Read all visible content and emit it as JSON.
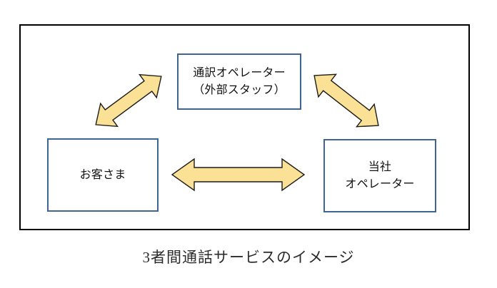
{
  "diagram": {
    "title": "3者間通話サービスのイメージ",
    "frame": {
      "border_color": "#000000"
    },
    "colors": {
      "box_border": "#3f6690",
      "box_fill": "#ffffff",
      "arrow_fill": "#fbe196",
      "arrow_outline": "#1c1c18",
      "caption_text": "#2b2b2b",
      "background": "#ffffff"
    },
    "nodes": [
      {
        "id": "interpreter",
        "label": "通訳オペレーター\n（外部スタッフ）",
        "position": "top-center"
      },
      {
        "id": "customer",
        "label": "お客さま",
        "position": "bottom-left"
      },
      {
        "id": "company",
        "label": "当社\nオペレーター",
        "position": "bottom-right"
      }
    ],
    "connections": [
      {
        "id": "customer-interpreter",
        "from": "customer",
        "to": "interpreter",
        "style": "double-headed-arrow",
        "orientation": "diagonal-up-right"
      },
      {
        "id": "interpreter-company",
        "from": "interpreter",
        "to": "company",
        "style": "double-headed-arrow",
        "orientation": "diagonal-down-right"
      },
      {
        "id": "customer-company",
        "from": "customer",
        "to": "company",
        "style": "double-headed-arrow",
        "orientation": "horizontal"
      }
    ]
  }
}
